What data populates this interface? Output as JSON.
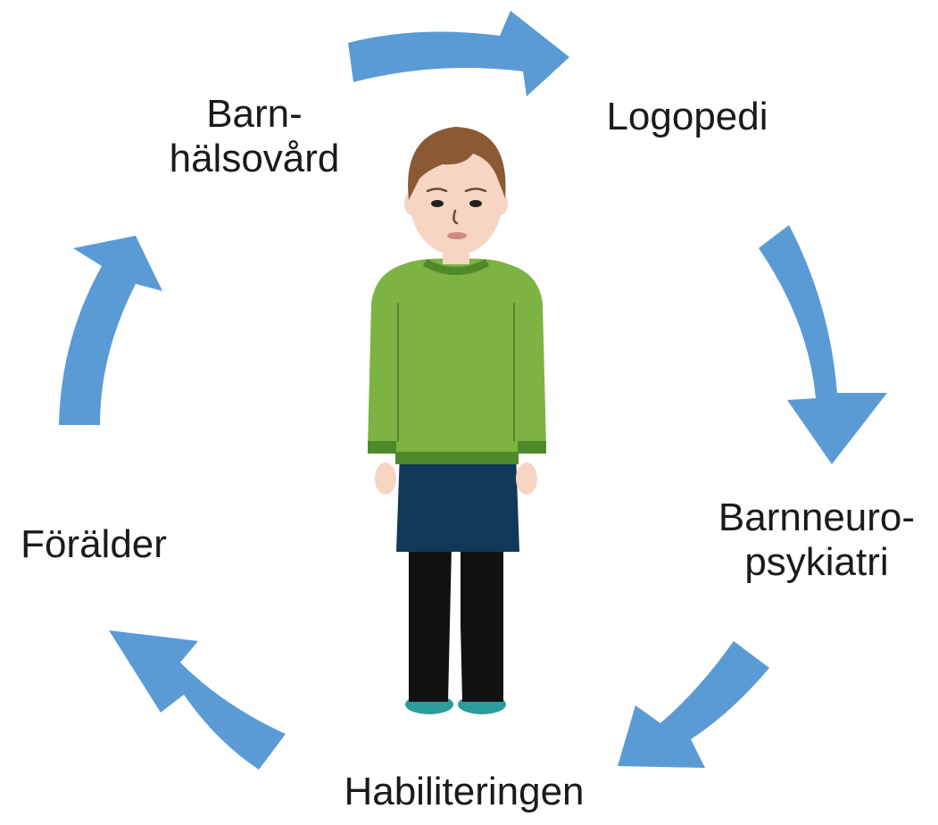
{
  "diagram": {
    "nodes": [
      {
        "id": "barnhalsovard",
        "lines": [
          "Barn-",
          "hälsovård"
        ]
      },
      {
        "id": "logopedi",
        "lines": [
          "Logopedi"
        ]
      },
      {
        "id": "barnneuro",
        "lines": [
          "Barnneuro-",
          "psykiatri"
        ]
      },
      {
        "id": "habilitering",
        "lines": [
          "Habiliteringen"
        ]
      },
      {
        "id": "foralder",
        "lines": [
          "Förälder"
        ]
      }
    ],
    "flow": [
      {
        "from": "barnhalsovard",
        "to": "logopedi"
      },
      {
        "from": "logopedi",
        "to": "barnneuro"
      },
      {
        "from": "barnneuro",
        "to": "habilitering"
      },
      {
        "from": "habilitering",
        "to": "foralder"
      },
      {
        "from": "foralder",
        "to": "barnhalsovard"
      }
    ],
    "arrow_color": "#5b9bd5",
    "center_figure": "child-illustration"
  },
  "colors": {
    "arrow": "#5b9bd5",
    "text": "#1a1a1a",
    "sweater": "#7cb342",
    "sweater_dark": "#4e8a2a",
    "skirt": "#12385a",
    "tights": "#111111",
    "shoes": "#2a9d9c",
    "hair": "#8a5a35",
    "skin": "#f6d6c3"
  }
}
